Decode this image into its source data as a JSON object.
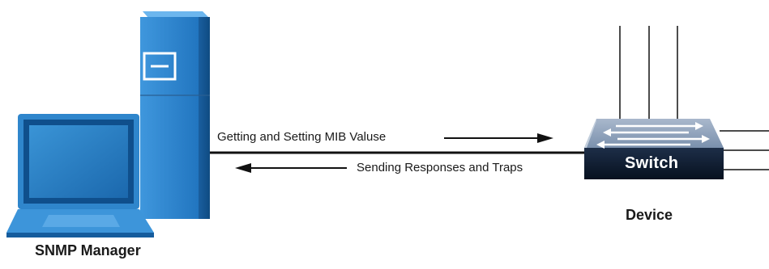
{
  "diagram": {
    "request_label": "Getting and Setting MIB Valuse",
    "response_label": "Sending Responses and Traps",
    "manager_caption": "SNMP Manager",
    "device_caption": "Device",
    "switch_label": "Switch"
  },
  "colors": {
    "body_blue": "#1f74c1",
    "light_blue": "#5fb0ea",
    "dark_blue": "#0d4f8c",
    "switch_top": "#8fa3bd",
    "switch_front": "#0c1b31",
    "line": "#111111"
  },
  "icons": [
    "server-tower-icon",
    "laptop-icon",
    "switch-icon"
  ]
}
